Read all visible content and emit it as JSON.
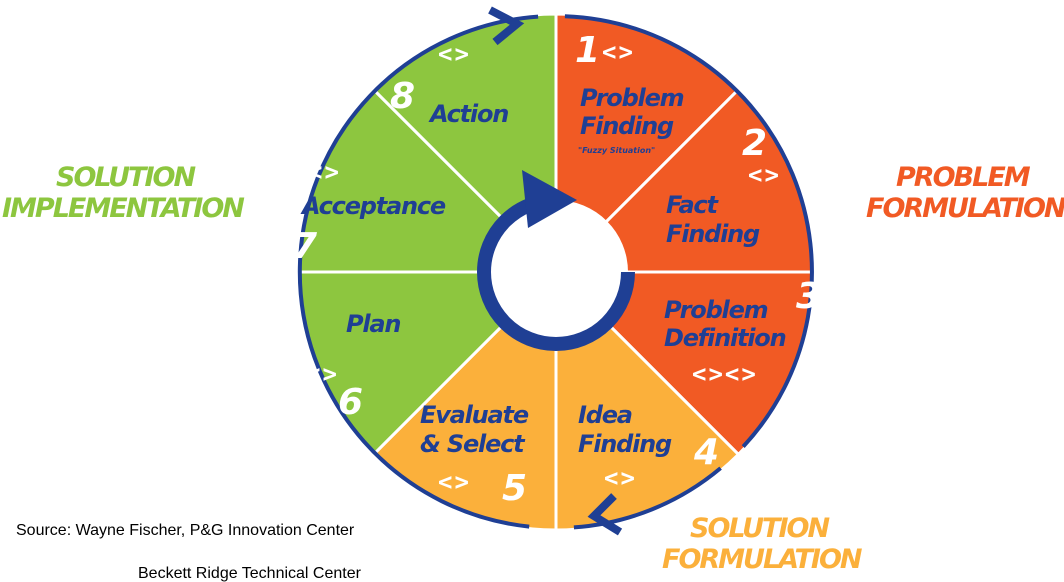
{
  "colors": {
    "green": "#8dc63f",
    "red": "#f15a24",
    "orange": "#fbb03b",
    "navy": "#1f3f94",
    "white": "#ffffff"
  },
  "segments": [
    {
      "number": "1",
      "label_line1": "Problem",
      "label_line2": "Finding",
      "sublabel": "\"Fuzzy Situation\"",
      "symbol": "<>",
      "color": "red"
    },
    {
      "number": "2",
      "label_line1": "Fact",
      "label_line2": "Finding",
      "symbol": "<>",
      "color": "red"
    },
    {
      "number": "3",
      "label_line1": "Problem",
      "label_line2": "Definition",
      "symbol": "<><>",
      "color": "red"
    },
    {
      "number": "4",
      "label_line1": "Idea",
      "label_line2": "Finding",
      "symbol": "<>",
      "color": "orange"
    },
    {
      "number": "5",
      "label_line1": "Evaluate",
      "label_line2": "& Select",
      "symbol": "<>",
      "color": "orange"
    },
    {
      "number": "6",
      "label_line1": "Plan",
      "symbol": "<>",
      "color": "green"
    },
    {
      "number": "7",
      "label_line1": "Acceptance",
      "symbol": "<>",
      "color": "green"
    },
    {
      "number": "8",
      "label_line1": "Action",
      "symbol": "<>",
      "color": "green"
    }
  ],
  "phases": {
    "solution_implementation": {
      "line1": "SOLUTION",
      "line2": "IMPLEMENTATION"
    },
    "problem_formulation": {
      "line1": "PROBLEM",
      "line2": "FORMULATION"
    },
    "solution_formulation": {
      "line1": "SOLUTION",
      "line2": "FORMULATION"
    }
  },
  "source": {
    "line1": "Source: Wayne Fischer, P&G Innovation Center",
    "line2": "Beckett Ridge Technical Center"
  }
}
